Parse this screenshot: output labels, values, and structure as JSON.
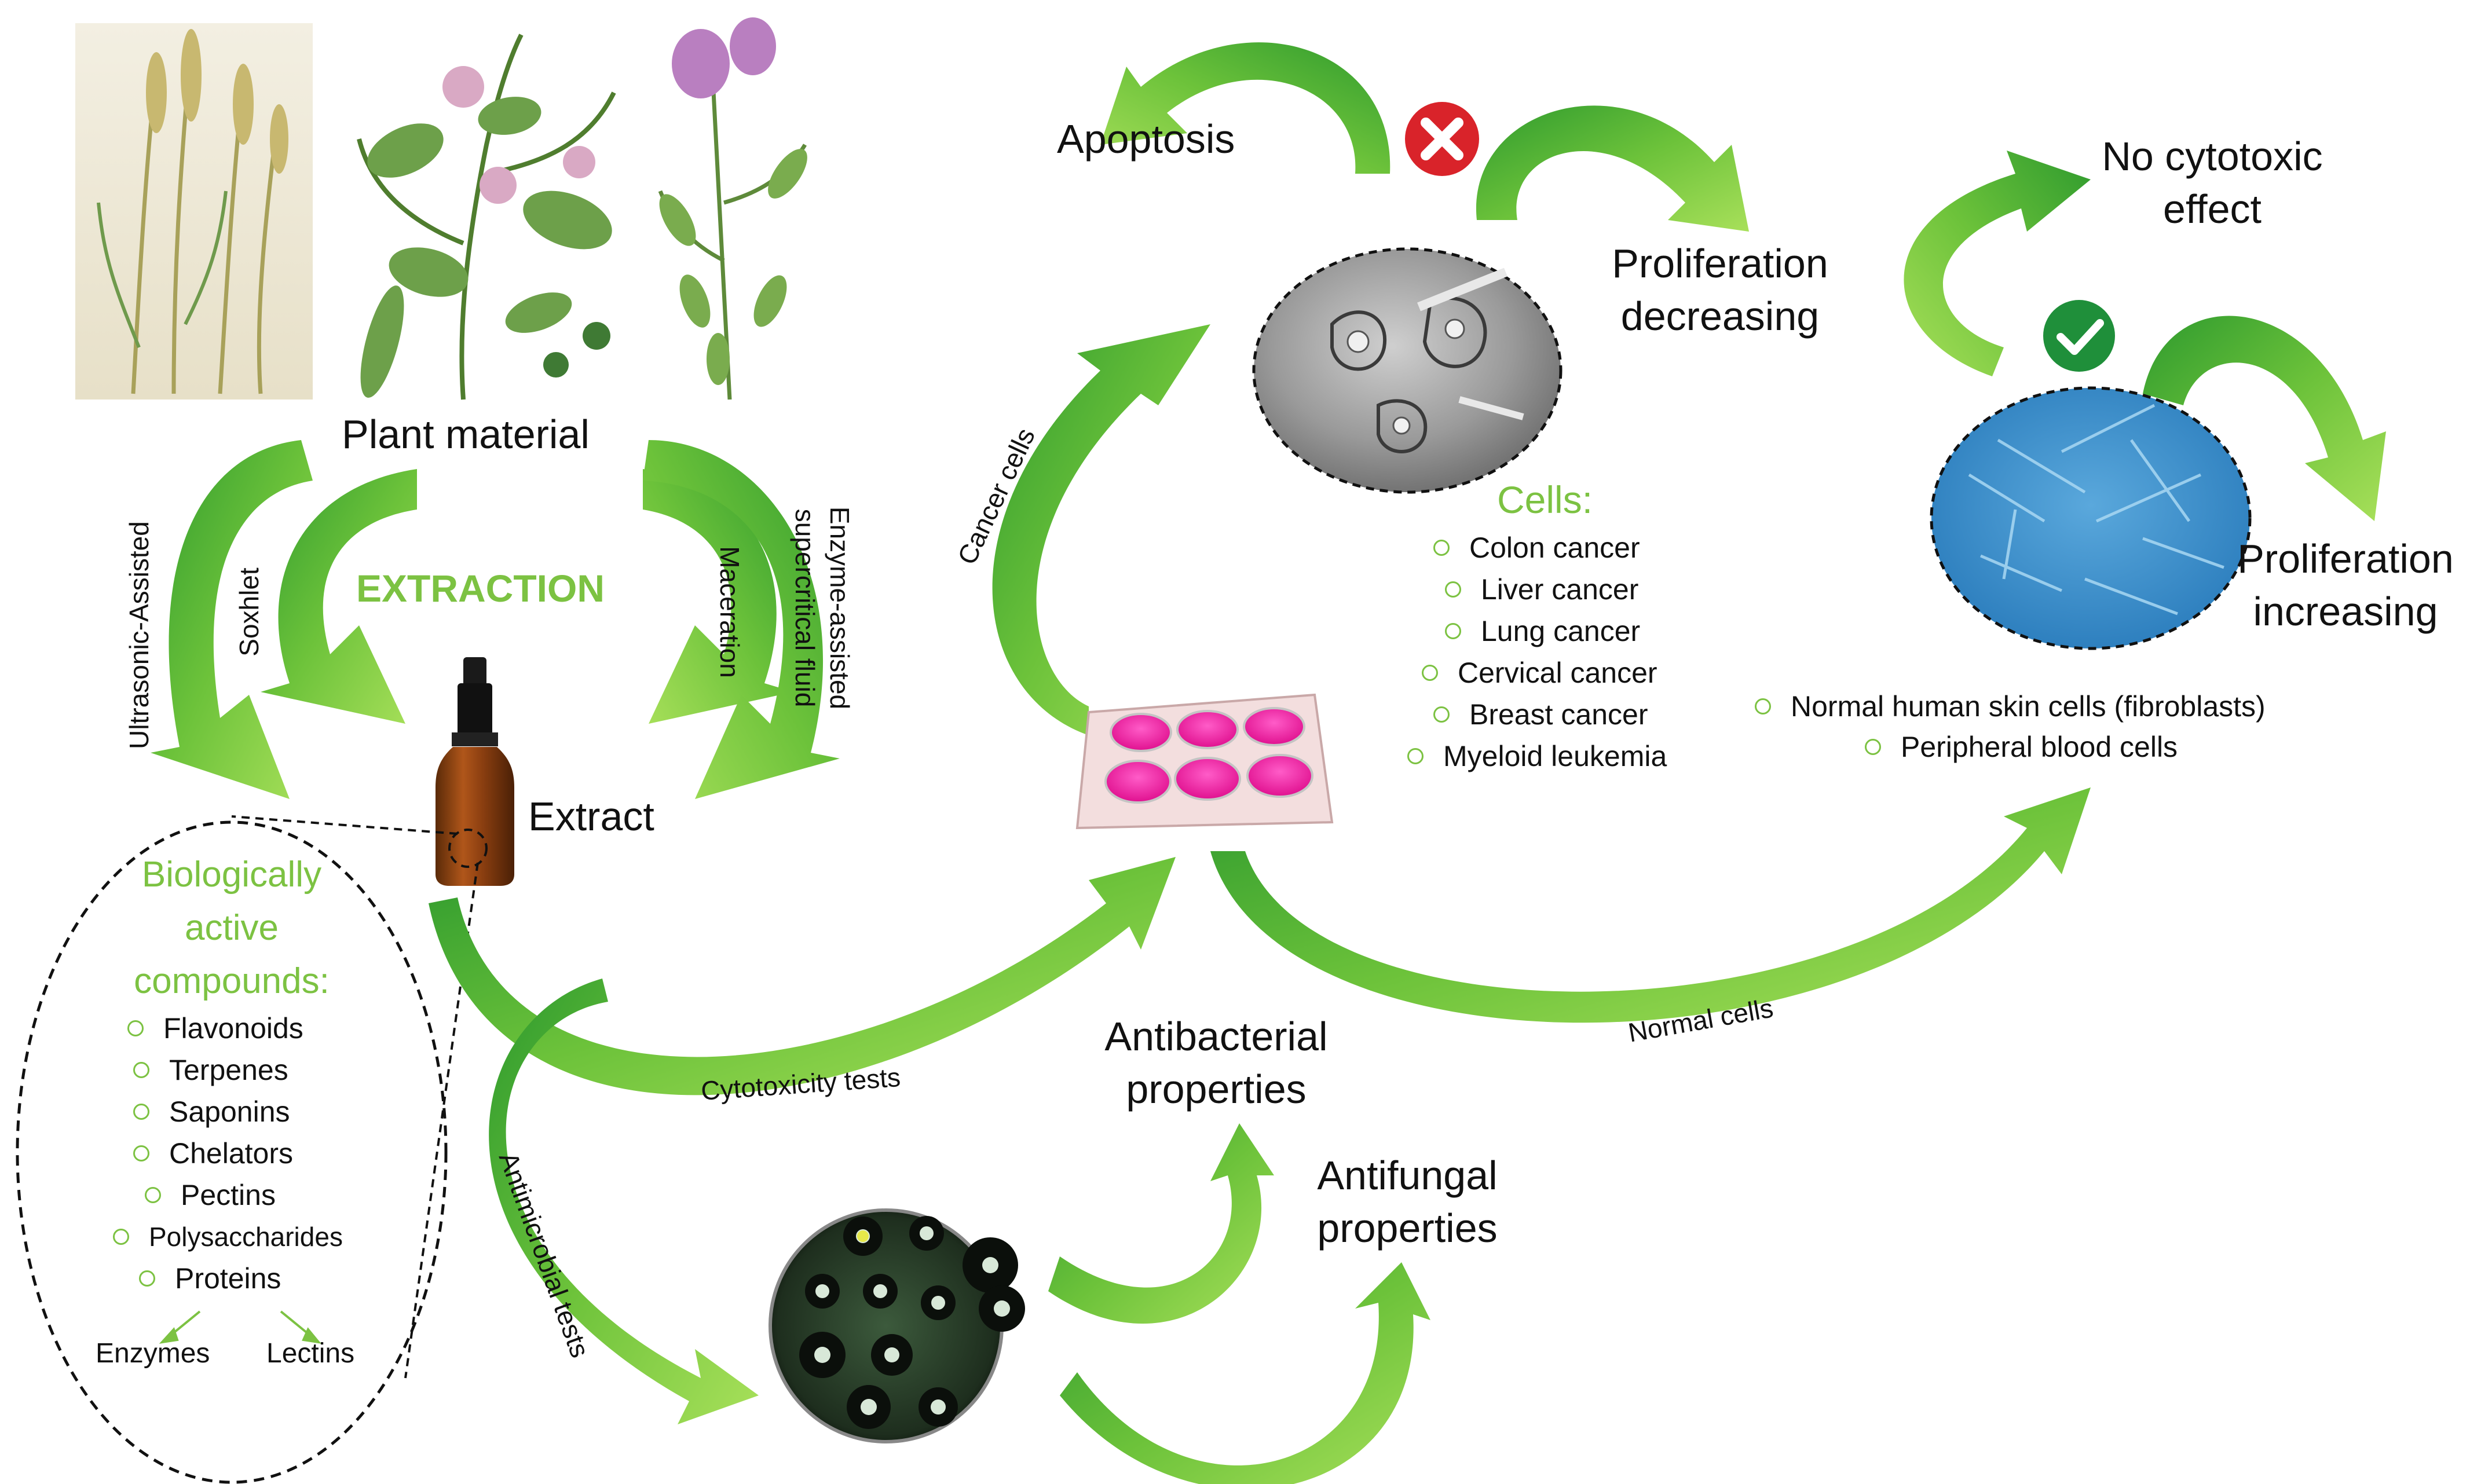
{
  "labels": {
    "plant_material": "Plant material",
    "extraction": "EXTRACTION",
    "extract": "Extract",
    "ultrasonic": "Ultrasonic-Assisted",
    "soxhlet": "Soxhlet",
    "maceration": "Maceration",
    "enzyme_line1": "Enzyme-assisted",
    "enzyme_line2": "supercritical fluid",
    "apoptosis": "Apoptosis",
    "prolif_dec_1": "Proliferation",
    "prolif_dec_2": "decreasing",
    "no_cyto_1": "No cytotoxic",
    "no_cyto_2": "effect",
    "prolif_inc_1": "Proliferation",
    "prolif_inc_2": "increasing",
    "cancer_cells": "Cancer cells",
    "normal_cells": "Normal cells",
    "cytotoxicity_tests": "Cytotoxicity tests",
    "antimicrobial_tests": "Antimicrobial tests",
    "antibacterial_1": "Antibacterial",
    "antibacterial_2": "properties",
    "antifungal_1": "Antifungal",
    "antifungal_2": "properties"
  },
  "cells": {
    "title": "Cells:",
    "items": [
      "Colon cancer",
      "Liver cancer",
      "Lung cancer",
      "Cervical cancer",
      "Breast cancer",
      "Myeloid leukemia"
    ]
  },
  "normal": {
    "items": [
      "Normal human skin cells (fibroblasts)",
      "Peripheral blood cells"
    ]
  },
  "compounds": {
    "title_1": "Biologically",
    "title_2": "active",
    "title_3": "compounds:",
    "items": [
      "Flavonoids",
      "Terpenes",
      "Saponins",
      "Chelators",
      "Pectins",
      "Polysaccharides",
      "Proteins"
    ],
    "sub_1": "Enzymes",
    "sub_2": "Lectins"
  },
  "colors": {
    "arrow_light": "#9ad94a",
    "arrow_dark": "#2e9a2e",
    "title_green": "#7cc242",
    "cross_red": "#d9232a",
    "check_green": "#1f8f3a"
  },
  "icons": [
    "cross-icon",
    "check-icon",
    "dropper-bottle-icon",
    "well-plate-icon",
    "petri-dish-icon",
    "cancer-cells-micrograph",
    "fibroblast-micrograph"
  ]
}
